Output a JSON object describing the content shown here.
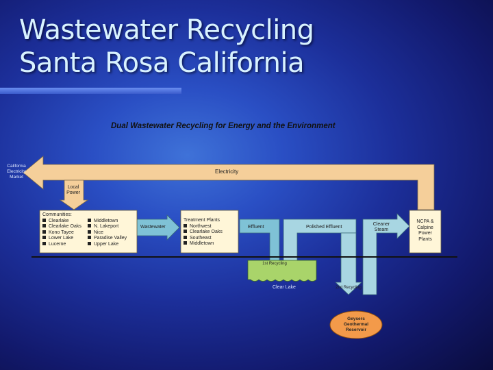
{
  "slide": {
    "title_line1": "Wastewater Recycling",
    "title_line2": "Santa Rosa California"
  },
  "diagram": {
    "title": "Dual Wastewater Recycling for Energy and the Environment",
    "electricity_label": "Electricity",
    "market_label": "California Electricity Market",
    "local_power_label": "Local Power",
    "communities": {
      "heading": "Communities:",
      "left": [
        "Clearlake",
        "Clearlake Oaks",
        "Kono Tayee",
        "Lower Lake",
        "Lucerne"
      ],
      "right": [
        "Middletown",
        "N. Lakeport",
        "Nice",
        "Paradise Valley",
        "Upper Lake"
      ]
    },
    "wastewater_label": "Wastewater",
    "treatment": {
      "heading": "Treatment Plants",
      "items": [
        "Northwest",
        "Clearlake Oaks",
        "Southeast",
        "Middletown"
      ]
    },
    "effluent_label": "Effluent",
    "polished_effluent_label": "Polished Effluent",
    "cleaner_steam_label": "Cleaner Steam",
    "ncpa_label": "NCPA & Calpine Power Plants",
    "first_recycling_label": "1st Recycling",
    "clear_lake_label": "Clear Lake",
    "second_recycling_label": "2nd Recycling",
    "geysers_label": "Geysers Geothermal Reservoir"
  },
  "colors": {
    "electricity": "#f5cf9a",
    "effluent": "#7fc2d6",
    "polished": "#a8d6e2",
    "box": "#fff6d8",
    "lake": "#a9d46a",
    "reservoir": "#f39a4a"
  }
}
